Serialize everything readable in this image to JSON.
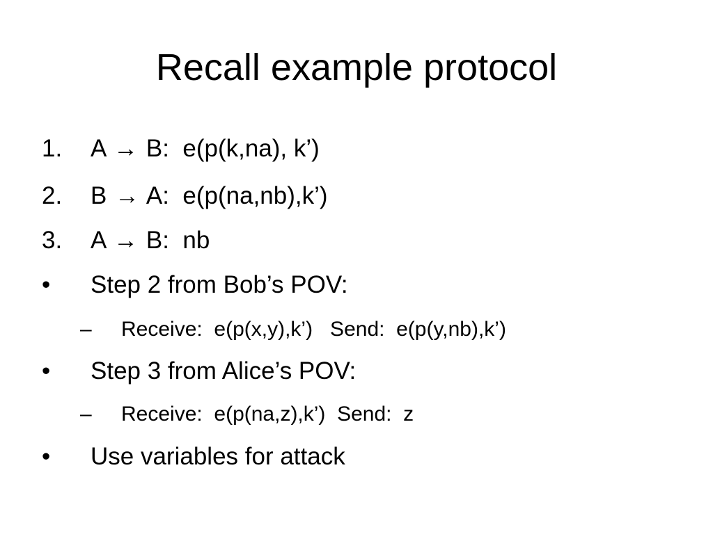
{
  "slide": {
    "title": "Recall example protocol",
    "items": [
      {
        "marker": "1.",
        "from": "A ",
        "arrow": "→",
        "to": " B:",
        "message": "  e(p(k,na), k’)"
      },
      {
        "marker": "2.",
        "from": "B ",
        "arrow": "→",
        "to": " A:",
        "message": "  e(p(na,nb),k’)"
      },
      {
        "marker": "3.",
        "from": "A ",
        "arrow": "→",
        "to": " B:",
        "message": "  nb"
      },
      {
        "marker": "•",
        "text": "Step 2 from Bob’s POV:"
      },
      {
        "marker": "–",
        "text": "Receive:  e(p(x,y),k’)   Send:  e(p(y,nb),k’)"
      },
      {
        "marker": "•",
        "text": "Step 3 from Alice’s POV:"
      },
      {
        "marker": "–",
        "text": "Receive:  e(p(na,z),k’)  Send:  z"
      },
      {
        "marker": "•",
        "text": "Use variables for attack"
      }
    ]
  }
}
